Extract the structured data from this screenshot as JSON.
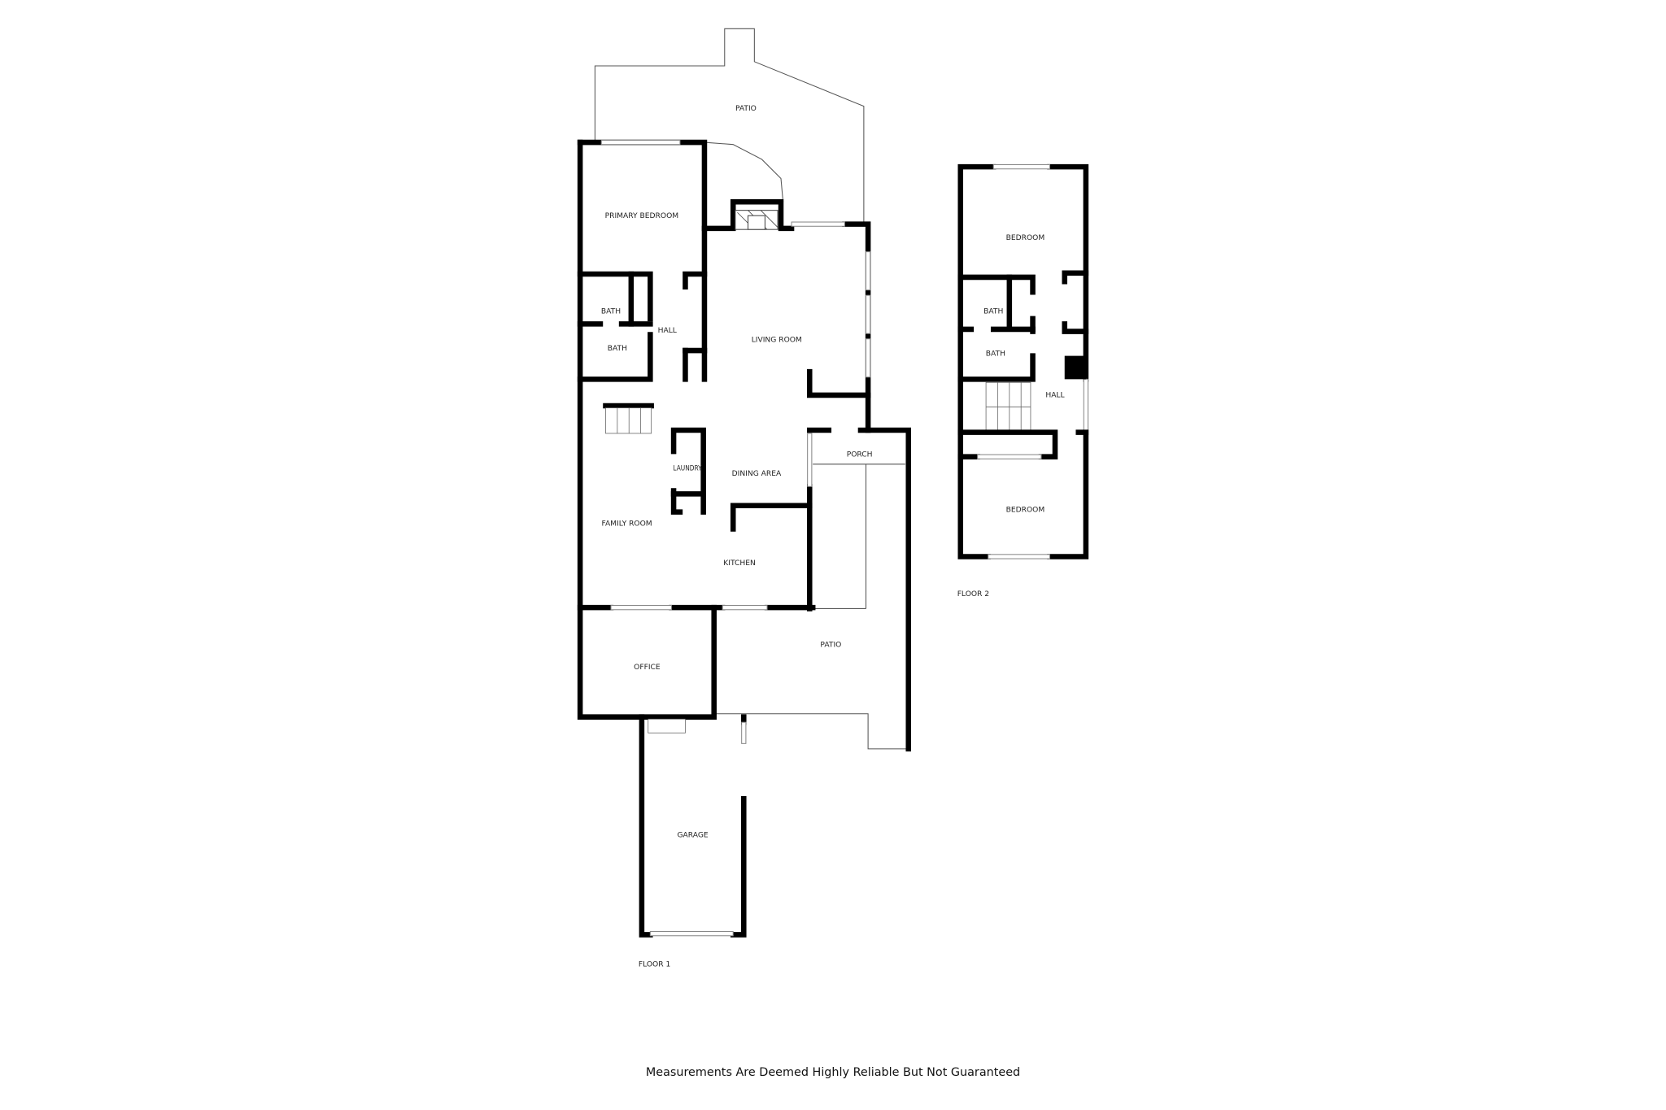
{
  "floor1": {
    "label": "FLOOR 1",
    "rooms": {
      "patio_top": "PATIO",
      "primary_bedroom": "PRIMARY BEDROOM",
      "bath1": "BATH",
      "bath2": "BATH",
      "hall": "HALL",
      "living_room": "LIVING ROOM",
      "laundry": "LAUNDRY",
      "dining_area": "DINING AREA",
      "porch": "PORCH",
      "family_room": "FAMILY ROOM",
      "kitchen": "KITCHEN",
      "office": "OFFICE",
      "patio_bottom": "PATIO",
      "garage": "GARAGE"
    }
  },
  "floor2": {
    "label": "FLOOR 2",
    "rooms": {
      "bedroom1": "BEDROOM",
      "bath1": "BATH",
      "bath2": "BATH",
      "hall": "HALL",
      "bedroom2": "BEDROOM"
    }
  },
  "disclaimer": "Measurements Are Deemed Highly Reliable But Not Guaranteed"
}
